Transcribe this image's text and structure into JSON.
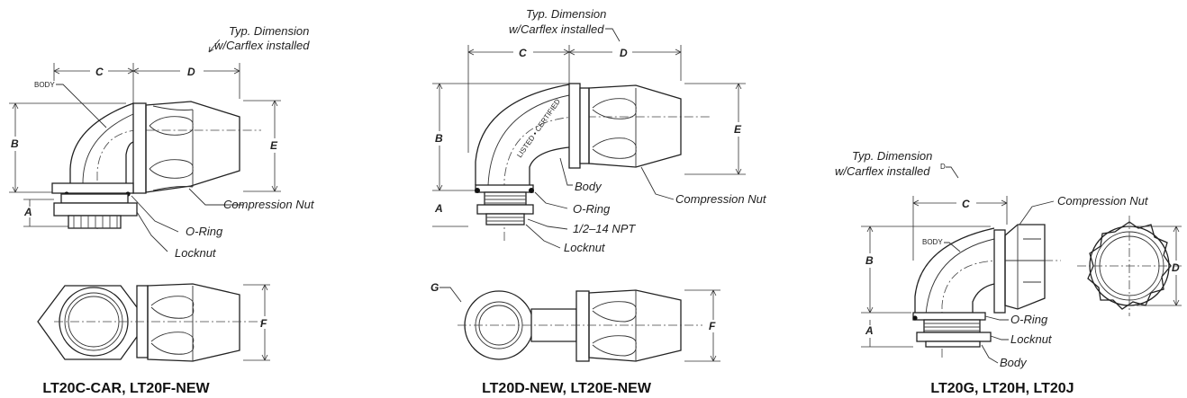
{
  "figures": [
    {
      "caption": "LT20C-CAR, LT20F-NEW",
      "typ_dimension_line1": "Typ. Dimension",
      "typ_dimension_line2": "w/Carflex installed",
      "body_tag": "BODY",
      "callouts": [
        "Compression Nut",
        "O-Ring",
        "Locknut"
      ],
      "dims": [
        "A",
        "B",
        "C",
        "D",
        "E",
        "F"
      ]
    },
    {
      "caption": "LT20D-NEW, LT20E-NEW",
      "typ_dimension_line1": "Typ. Dimension",
      "typ_dimension_line2": "w/Carflex installed",
      "callouts": [
        "Body",
        "Compression Nut",
        "O-Ring",
        "1/2–14 NPT",
        "Locknut"
      ],
      "dims": [
        "A",
        "B",
        "C",
        "D",
        "E",
        "F",
        "G"
      ]
    },
    {
      "caption": "LT20G, LT20H, LT20J",
      "typ_dimension_line1": "Typ. Dimension",
      "typ_dimension_line2": "w/Carflex installed",
      "typ_dimension_sup": "D",
      "body_tag": "BODY",
      "callouts": [
        "Compression Nut",
        "O-Ring",
        "Locknut",
        "Body"
      ],
      "dims": [
        "A",
        "B",
        "C",
        "D"
      ]
    }
  ]
}
